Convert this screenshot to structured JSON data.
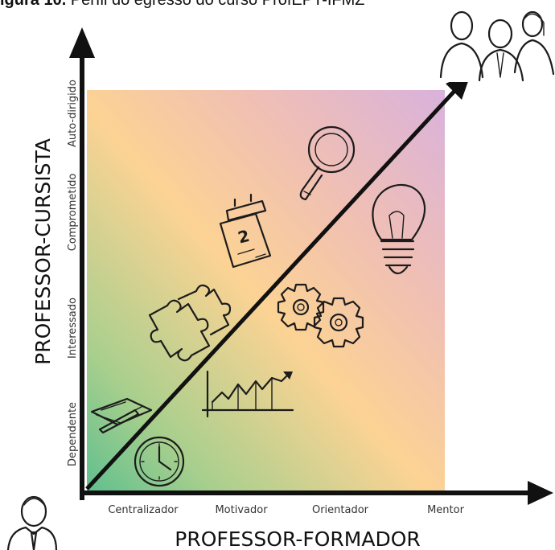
{
  "caption": {
    "bold": "igura 10.",
    "text": " Perfil do egresso do curso ProfEPT-IFMZ"
  },
  "x_axis": {
    "title": "PROFESSOR-FORMADOR",
    "ticks": [
      "Centralizador",
      "Motivador",
      "Orientador",
      "Mentor"
    ]
  },
  "y_axis": {
    "title": "PROFESSOR-CURSISTA",
    "ticks": [
      "Dependente",
      "Interessado",
      "Comprometido",
      "Auto-dirigido"
    ]
  },
  "gradient": {
    "bottom_left": "#5fbf8e",
    "middle": "#fcd394",
    "top_right": "#d9b2dc"
  },
  "icons": [
    "clock-icon",
    "notebook-pen-icon",
    "line-chart-icon",
    "puzzle-icon",
    "gears-icon",
    "calendar-icon",
    "light-bulb-icon",
    "magnifying-glass-icon",
    "teacher-figure-icon",
    "student-group-icon"
  ]
}
